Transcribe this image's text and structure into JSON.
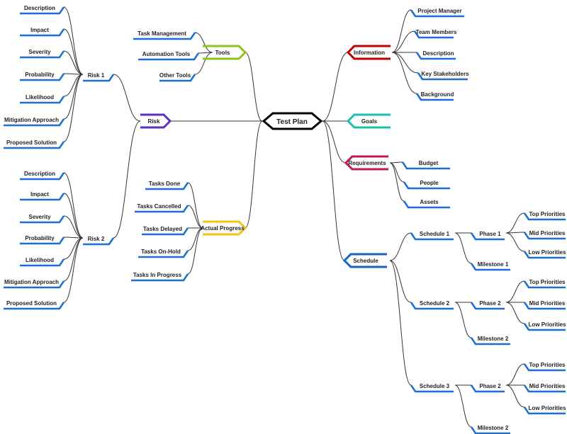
{
  "root": {
    "label": "Test Plan"
  },
  "information": {
    "label": "Information",
    "color": "#c00000",
    "children": [
      "Project Manager",
      "Team Members",
      "Description",
      "Key Stakeholders",
      "Background"
    ]
  },
  "goals": {
    "label": "Goals",
    "color": "#1bbfae"
  },
  "requirements": {
    "label": "Requirements",
    "color": "#c2185b",
    "children": [
      "Budget",
      "People",
      "Assets"
    ]
  },
  "schedule": {
    "label": "Schedule",
    "color": "#1565c0",
    "s1": {
      "label": "Schedule 1",
      "phase": "Phase 1",
      "milestone": "Milestone 1",
      "priorities": [
        "Top Priorities",
        "Mid Priorities",
        "Low Priorities"
      ]
    },
    "s2": {
      "label": "Schedule 2",
      "phase": "Phase 2",
      "milestone": "Milestone 2",
      "priorities": [
        "Top Priorities",
        "Mid Priorities",
        "Low Priorities"
      ]
    },
    "s3": {
      "label": "Schedule 3",
      "phase": "Phase 2",
      "milestone": "Milestone 2",
      "priorities": [
        "Top Priorities",
        "Mid Priorities",
        "Low Priorities"
      ]
    }
  },
  "tools": {
    "label": "Tools",
    "color": "#8dc21f",
    "children": [
      "Task Management",
      "Automation Tools",
      "Other Tools"
    ]
  },
  "risk": {
    "label": "Risk",
    "color": "#5b2fc0",
    "r1": {
      "label": "Risk 1",
      "children": [
        "Description",
        "Impact",
        "Severity",
        "Probability",
        "Likelihood",
        "Mitigation Approach",
        "Proposed Solution"
      ]
    },
    "r2": {
      "label": "Risk 2",
      "children": [
        "Description",
        "Impact",
        "Severity",
        "Probability",
        "Likelihood",
        "Mitigation Approach",
        "Proposed Solution"
      ]
    }
  },
  "progress": {
    "label": "Actual Progress",
    "color": "#f0c419",
    "children": [
      "Tasks Done",
      "Tasks Cancelled",
      "Tasks Delayed",
      "Tasks On-Hold",
      "Tasks In Progress"
    ]
  },
  "leaf_color": "#1a6fd0"
}
